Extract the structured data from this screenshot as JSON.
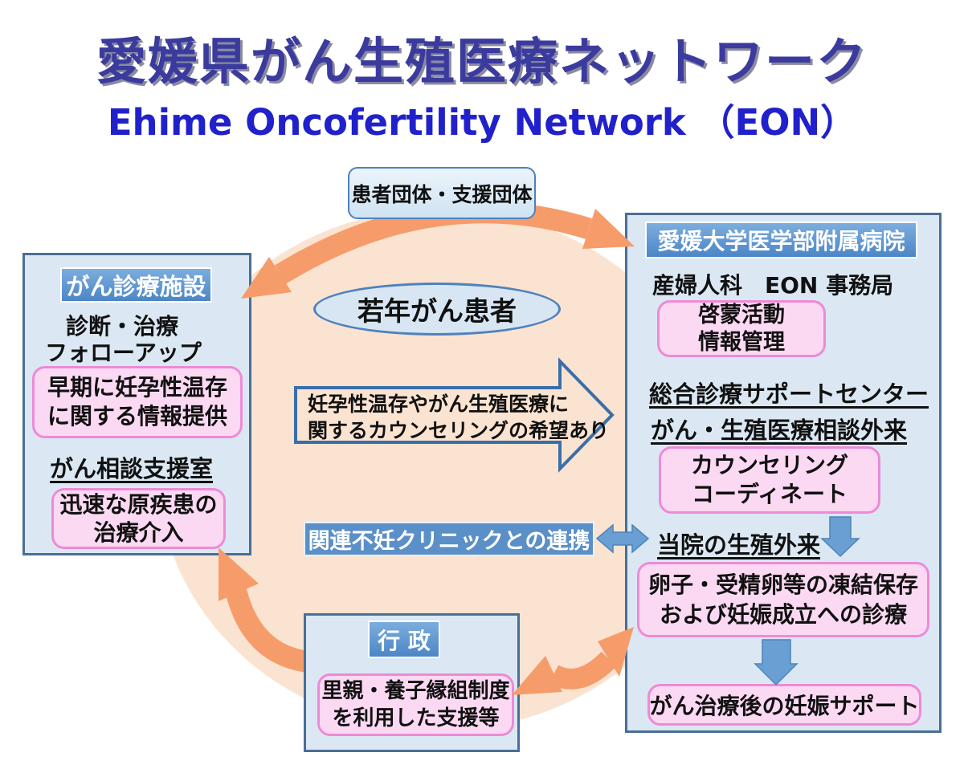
{
  "title": "愛媛県がん生殖医療ネットワーク",
  "subtitle": "Ehime Oncofertility Network （EON）",
  "colors": {
    "title_navy": "#3b3b9e",
    "subtitle_blue": "#2121cb",
    "orange_arrow": "#f69c6a",
    "peach_circle": "#fbe3d1",
    "panel_fill": "#dbe8f3",
    "panel_border": "#4a6e96",
    "header_blue": "#4c86c6",
    "pink_fill": "#fcd9f3",
    "pink_border": "#ee8ad6",
    "blue_arrow": "#699fd2"
  },
  "nodes": {
    "patient_groups": "患者団体・支援団体",
    "young_cancer_patients": "若年がん患者",
    "counseling_request": {
      "line1": "妊孕性温存やがん生殖医療に",
      "line2": "関するカウンセリングの希望あり"
    },
    "fertility_clinic_link": "関連不妊クリニックとの連携"
  },
  "left_panel": {
    "header": "がん診療施設",
    "line1": "診断・治療",
    "line2": "フォローアップ",
    "pink1": {
      "line1": "早期に妊孕性温存",
      "line2": "に関する情報提供"
    },
    "underlined": "がん相談支援室",
    "pink2": {
      "line1": "迅速な原疾患の",
      "line2": "治療介入"
    }
  },
  "right_panel": {
    "header": "愛媛大学医学部附属病院",
    "department": "産婦人科　EON 事務局",
    "pink1": {
      "line1": "啓蒙活動",
      "line2": "情報管理"
    },
    "underlined1": "総合診療サポートセンター",
    "underlined2": "がん・生殖医療相談外来",
    "pink2": {
      "line1": "カウンセリング",
      "line2": "コーディネート"
    },
    "underlined3": "当院の生殖外来",
    "pink3": {
      "line1": "卵子・受精卵等の凍結保存",
      "line2": "および妊娠成立への診療"
    },
    "pink4": "がん治療後の妊娠サポート"
  },
  "gov_panel": {
    "header": "行 政",
    "pink": {
      "line1": "里親・養子縁組制度",
      "line2": "を利用した支援等"
    }
  }
}
